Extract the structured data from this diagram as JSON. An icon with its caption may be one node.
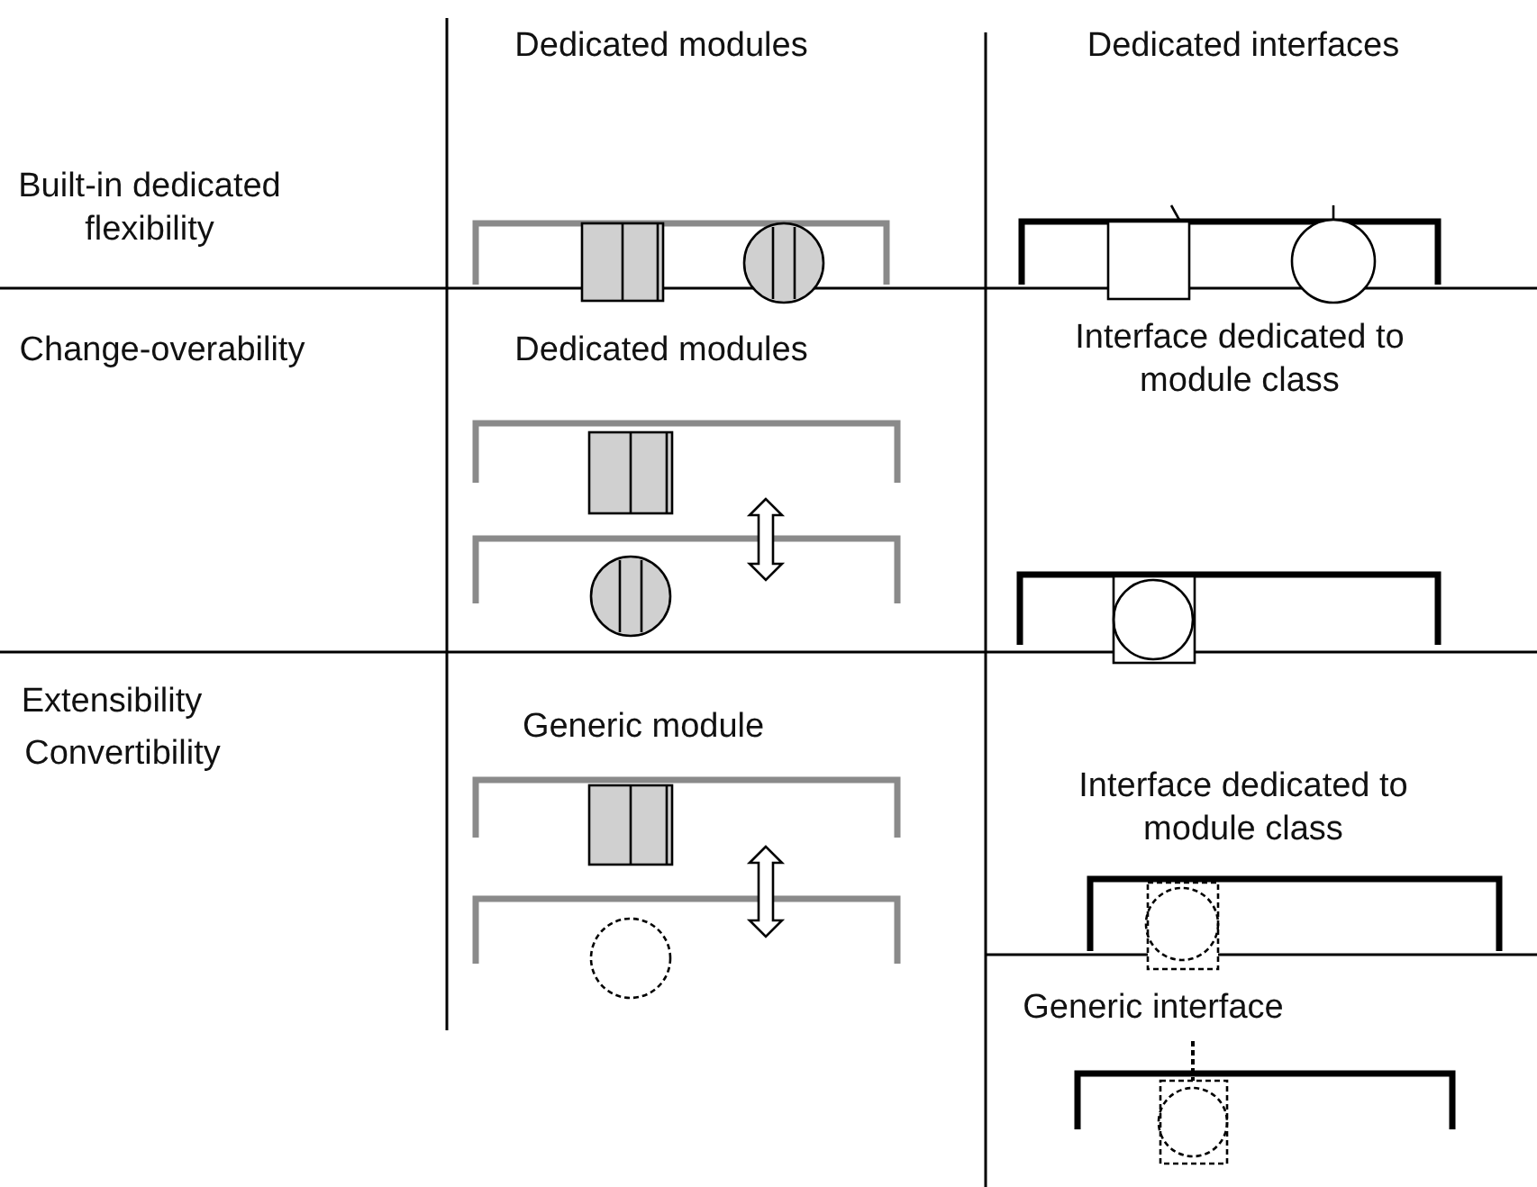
{
  "diagram": {
    "labels": [
      "Dedicated modules",
      "Dedicated interfaces",
      "Built-in dedicated flexibility",
      "Change-overability",
      "Dedicated modules",
      "Interface dedicated to module class",
      "Extensibility",
      "Convertibility",
      "Generic module",
      "Interface dedicated to module class",
      "Generic interface"
    ]
  }
}
